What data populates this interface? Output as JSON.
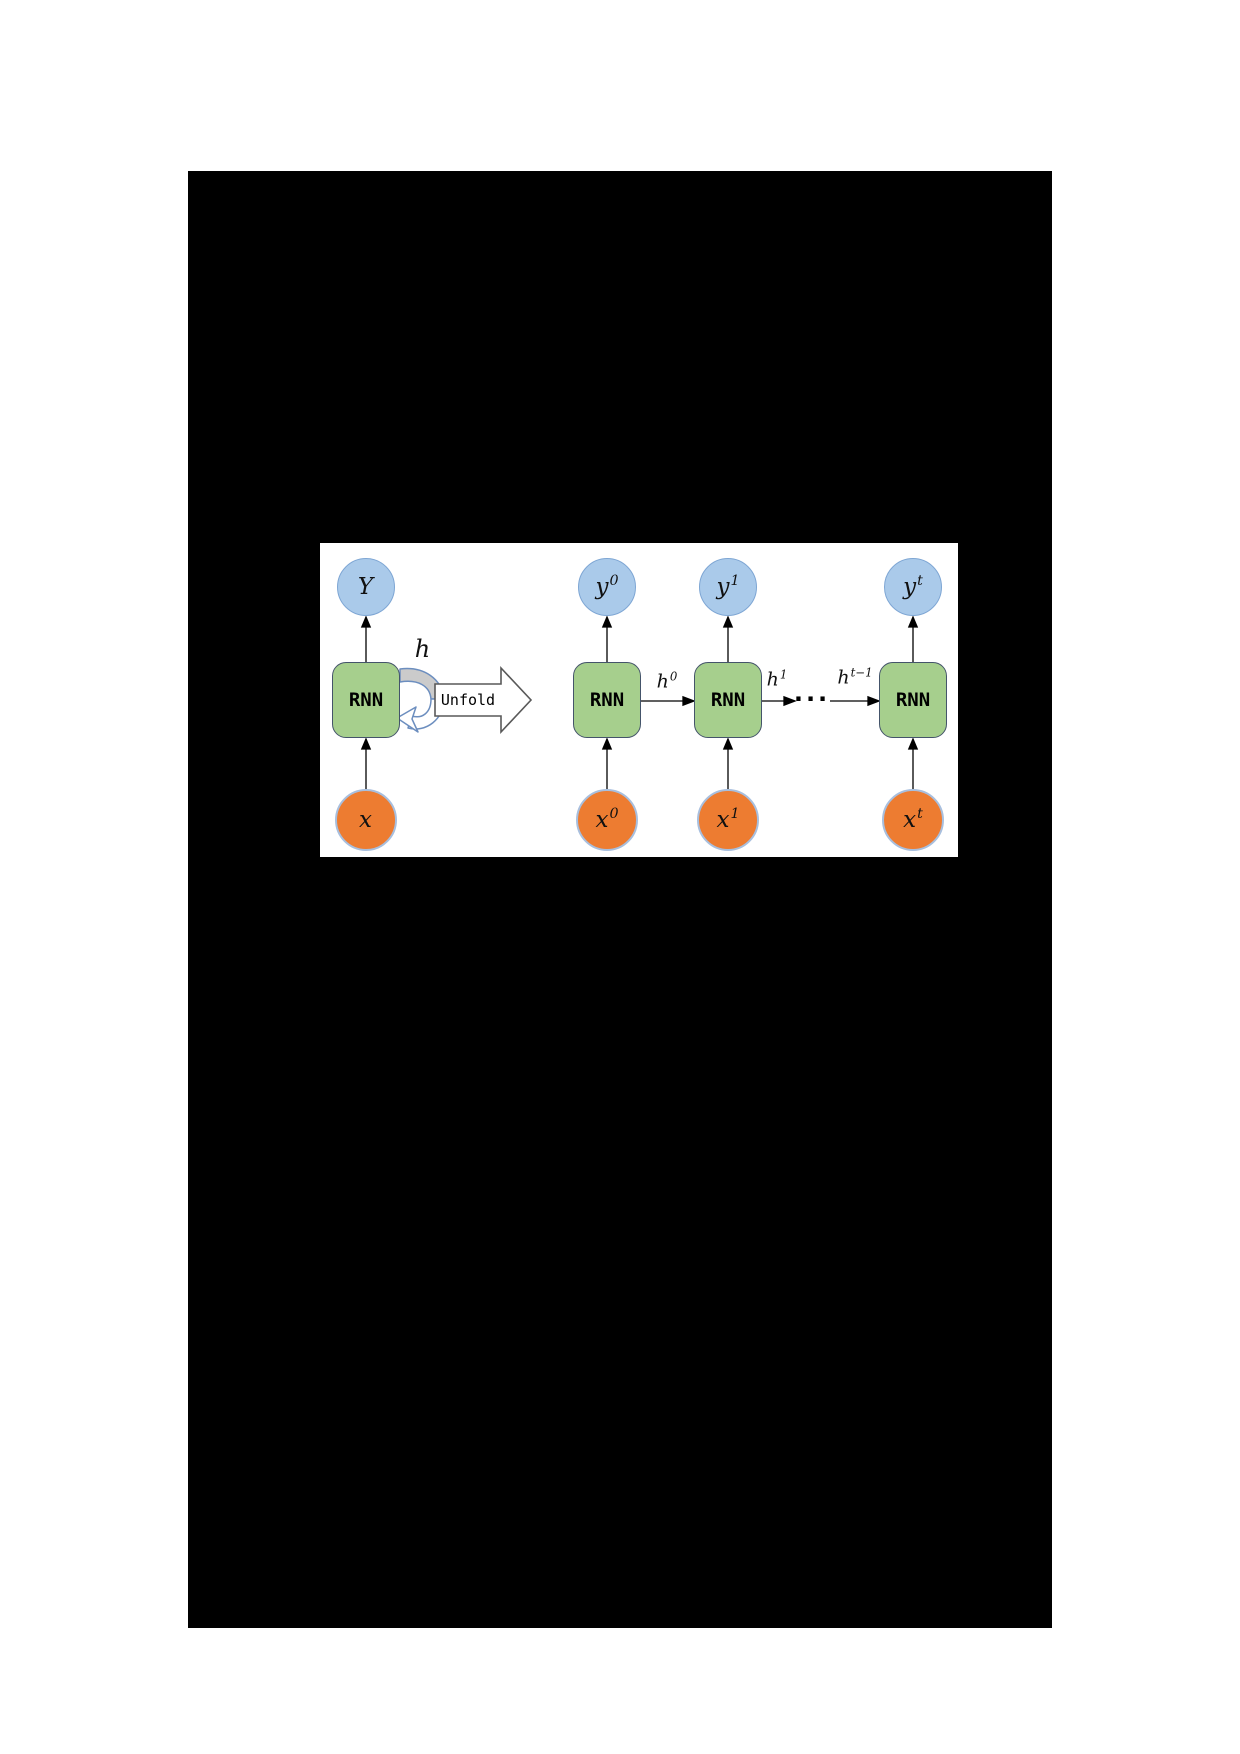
{
  "page": {
    "background": "#ffffff",
    "canvas_color": "#000000",
    "panel_color": "#ffffff"
  },
  "diagram": {
    "folded": {
      "output": {
        "base": "Y",
        "sup": ""
      },
      "cell": "RNN",
      "state": {
        "base": "h",
        "sup": ""
      },
      "input": {
        "base": "x",
        "sup": ""
      }
    },
    "unfold": {
      "label": "Unfold"
    },
    "unfolded": {
      "steps": [
        {
          "output": {
            "base": "y",
            "sup": "0"
          },
          "cell": "RNN",
          "input": {
            "base": "x",
            "sup": "0"
          },
          "state_out": {
            "base": "h",
            "sup": "0"
          }
        },
        {
          "output": {
            "base": "y",
            "sup": "1"
          },
          "cell": "RNN",
          "input": {
            "base": "x",
            "sup": "1"
          },
          "state_out": {
            "base": "h",
            "sup": "1"
          }
        },
        {
          "output": {
            "base": "y",
            "sup": "t"
          },
          "cell": "RNN",
          "input": {
            "base": "x",
            "sup": "t"
          },
          "state_in": {
            "base": "h",
            "sup": "t−1"
          }
        }
      ],
      "ellipsis": "···"
    },
    "colors": {
      "cell_fill": "#A6CF8D",
      "cell_border": "#44546A",
      "output_fill": "#AACAEA",
      "output_border": "#7EA6D4",
      "input_fill": "#ED7C31",
      "input_border": "#A8BFDE",
      "loop_outline": "#6C8EBF",
      "loop_band": "#CBCBCB",
      "unfold_outline": "#595959",
      "arrow_color": "#000000"
    }
  }
}
